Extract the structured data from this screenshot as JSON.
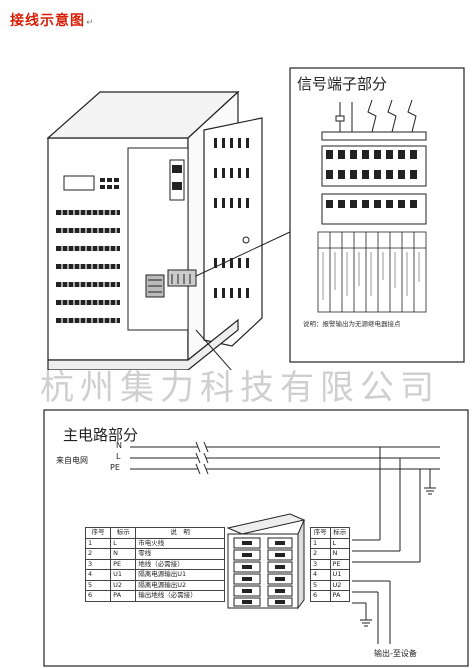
{
  "title": "接线示意图",
  "title_mark": "↵",
  "watermark": "杭州集力科技有限公司",
  "signal": {
    "title": "信号端子部分",
    "note": "说明：报警输出为无源继电器接点"
  },
  "main": {
    "title": "主电路部分",
    "source_label": "来自电网",
    "lines": [
      "N",
      "L",
      "PE"
    ],
    "left_table": {
      "headers": [
        "序号",
        "标示",
        "说　明"
      ],
      "rows": [
        [
          "1",
          "L",
          "市电火线"
        ],
        [
          "2",
          "N",
          "零线"
        ],
        [
          "3",
          "PE",
          "地线（必需接）"
        ],
        [
          "4",
          "U1",
          "隔离电源输出U1"
        ],
        [
          "5",
          "U2",
          "隔离电源输出U2"
        ],
        [
          "6",
          "PA",
          "输出地线（必需接）"
        ]
      ]
    },
    "right_table": {
      "headers": [
        "序号",
        "标示"
      ],
      "rows": [
        [
          "1",
          "L"
        ],
        [
          "2",
          "N"
        ],
        [
          "3",
          "PE"
        ],
        [
          "4",
          "U1"
        ],
        [
          "5",
          "U2"
        ],
        [
          "6",
          "PA"
        ]
      ]
    },
    "output_label": "输出-至设备"
  }
}
